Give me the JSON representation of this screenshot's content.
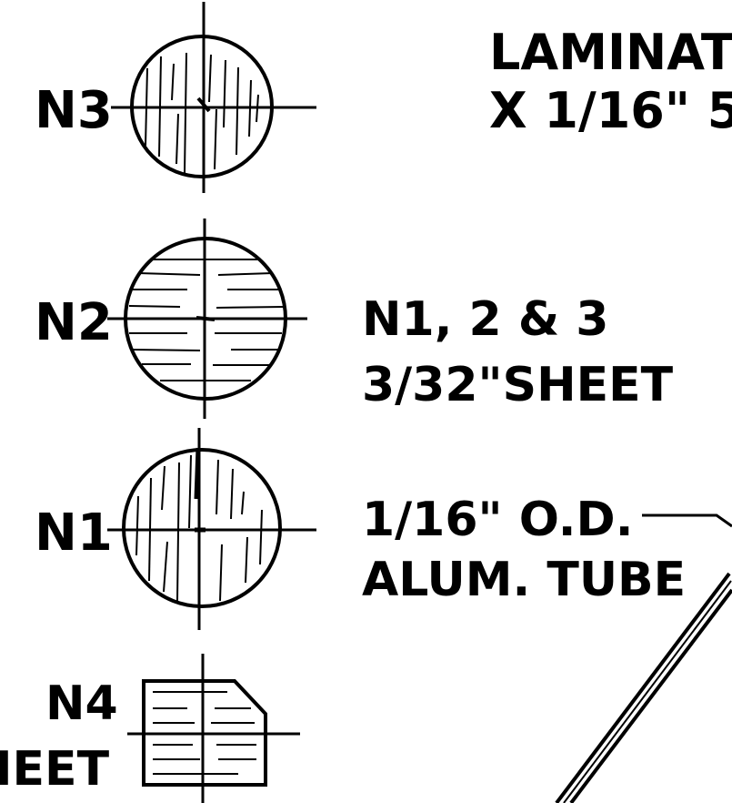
{
  "parts": {
    "n3": {
      "label": "N3",
      "grain": "vertical"
    },
    "n2": {
      "label": "N2",
      "grain": "horizontal"
    },
    "n1": {
      "label": "N1",
      "grain": "vertical"
    },
    "n4": {
      "label": "N4",
      "sublabel": "HEET",
      "grain": "horizontal"
    }
  },
  "notes": {
    "laminate": {
      "line1": "LAMINAT",
      "line2": "X 1/16\" 5"
    },
    "sheet": {
      "line1": "N1, 2 & 3",
      "line2": "3/32\"SHEET"
    },
    "tube": {
      "line1": "1/16\" O.D.",
      "line2": "ALUM. TUBE"
    }
  },
  "colors": {
    "ink": "#000000",
    "paper": "#ffffff"
  }
}
